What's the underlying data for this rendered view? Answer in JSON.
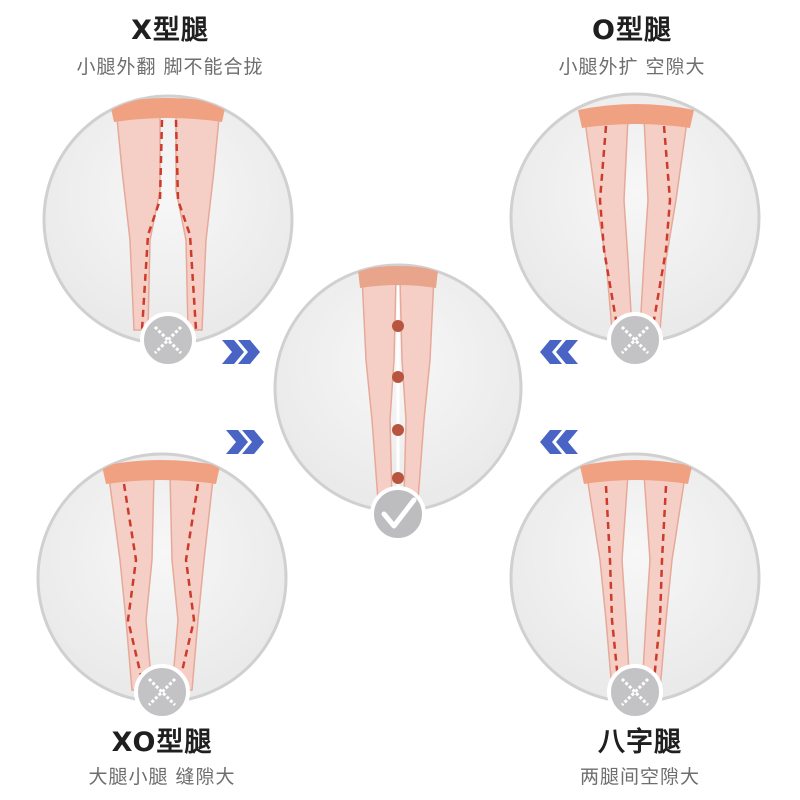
{
  "panels": {
    "x_leg": {
      "title": "X型腿",
      "subtitle": "小腿外翻 脚不能合拢"
    },
    "o_leg": {
      "title": "O型腿",
      "subtitle": "小腿外扩 空隙大"
    },
    "xo_leg": {
      "title": "XO型腿",
      "subtitle": "大腿小腿 缝隙大"
    },
    "ba_leg": {
      "title": "八字腿",
      "subtitle": "两腿间空隙大"
    }
  },
  "colors": {
    "leg_fill": "#f5cfc5",
    "leg_stroke": "#e6a999",
    "thigh_band": "#f0a182",
    "dashed_line": "#cc3b2c",
    "dot": "#b8553f",
    "badge_grey": "#c3c3c6",
    "arrow_blue": "#4a64c6",
    "circle_border": "#cfcfcf",
    "circle_fill": "#efefef"
  },
  "icons": {
    "wrong": "cross-icon",
    "correct": "check-icon",
    "pointer": "chevron-double-icon"
  }
}
